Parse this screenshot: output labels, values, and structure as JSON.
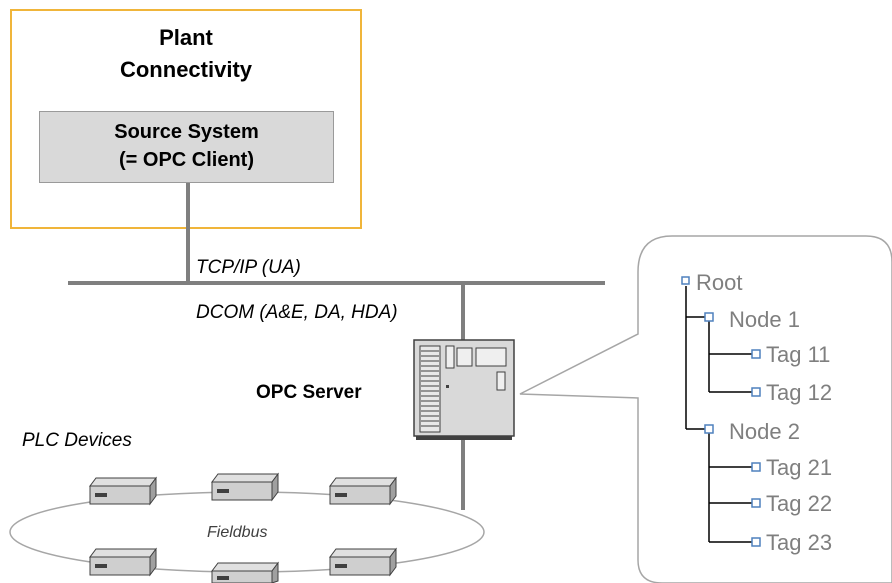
{
  "plant_connectivity": {
    "title_line1": "Plant",
    "title_line2": "Connectivity",
    "source_system_line1": "Source System",
    "source_system_line2": "(= OPC Client)"
  },
  "network": {
    "tcp_label": "TCP/IP (UA)",
    "dcom_label": "DCOM (A&E, DA, HDA)"
  },
  "opc_server": {
    "label": "OPC Server"
  },
  "plc": {
    "devices_label": "PLC Devices",
    "fieldbus_label": "Fieldbus"
  },
  "tree": {
    "root": "Root",
    "nodes": [
      {
        "label": "Node 1",
        "tags": [
          "Tag 11",
          "Tag 12"
        ]
      },
      {
        "label": "Node 2",
        "tags": [
          "Tag 21",
          "Tag 22",
          "Tag 23"
        ]
      }
    ]
  },
  "colors": {
    "plant_border": "#f0b53a",
    "source_fill": "#d9d9d9",
    "line_gray": "#7f7f7f",
    "tree_text": "#7f7f7f",
    "tree_icon": "#4f81bd"
  }
}
